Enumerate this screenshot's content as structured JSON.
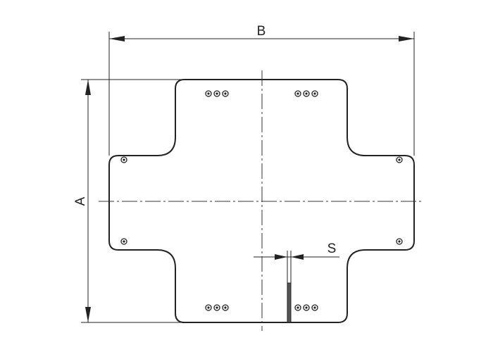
{
  "diagram": {
    "labels": {
      "width": "B",
      "height": "A",
      "thickness": "S"
    },
    "colors": {
      "line": "#222222",
      "background": "#ffffff"
    }
  }
}
